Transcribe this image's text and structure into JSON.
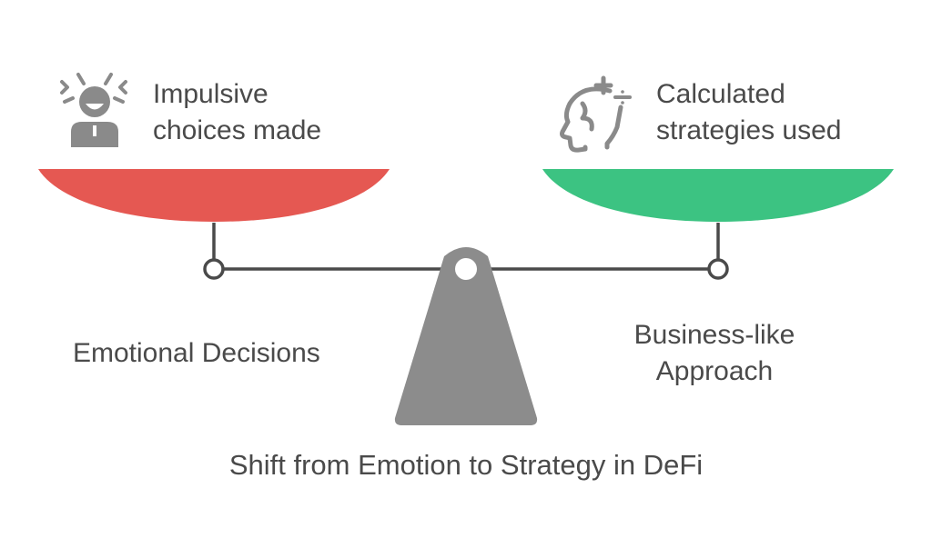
{
  "left": {
    "top_label_lines": [
      "Impulsive",
      "choices made"
    ],
    "bottom_label": "Emotional Decisions",
    "pan_color": "#e55852",
    "icon": "stressed-person-icon"
  },
  "right": {
    "top_label_lines": [
      "Calculated",
      "strategies used"
    ],
    "bottom_label_lines": [
      "Business-like",
      "Approach"
    ],
    "pan_color": "#3cc382",
    "icon": "head-math-icon"
  },
  "caption": "Shift from Emotion to Strategy in DeFi",
  "colors": {
    "fulcrum": "#8c8c8c",
    "beam": "#4a4a4a",
    "text": "#4a4a4a",
    "icon": "#8a8a8a"
  }
}
